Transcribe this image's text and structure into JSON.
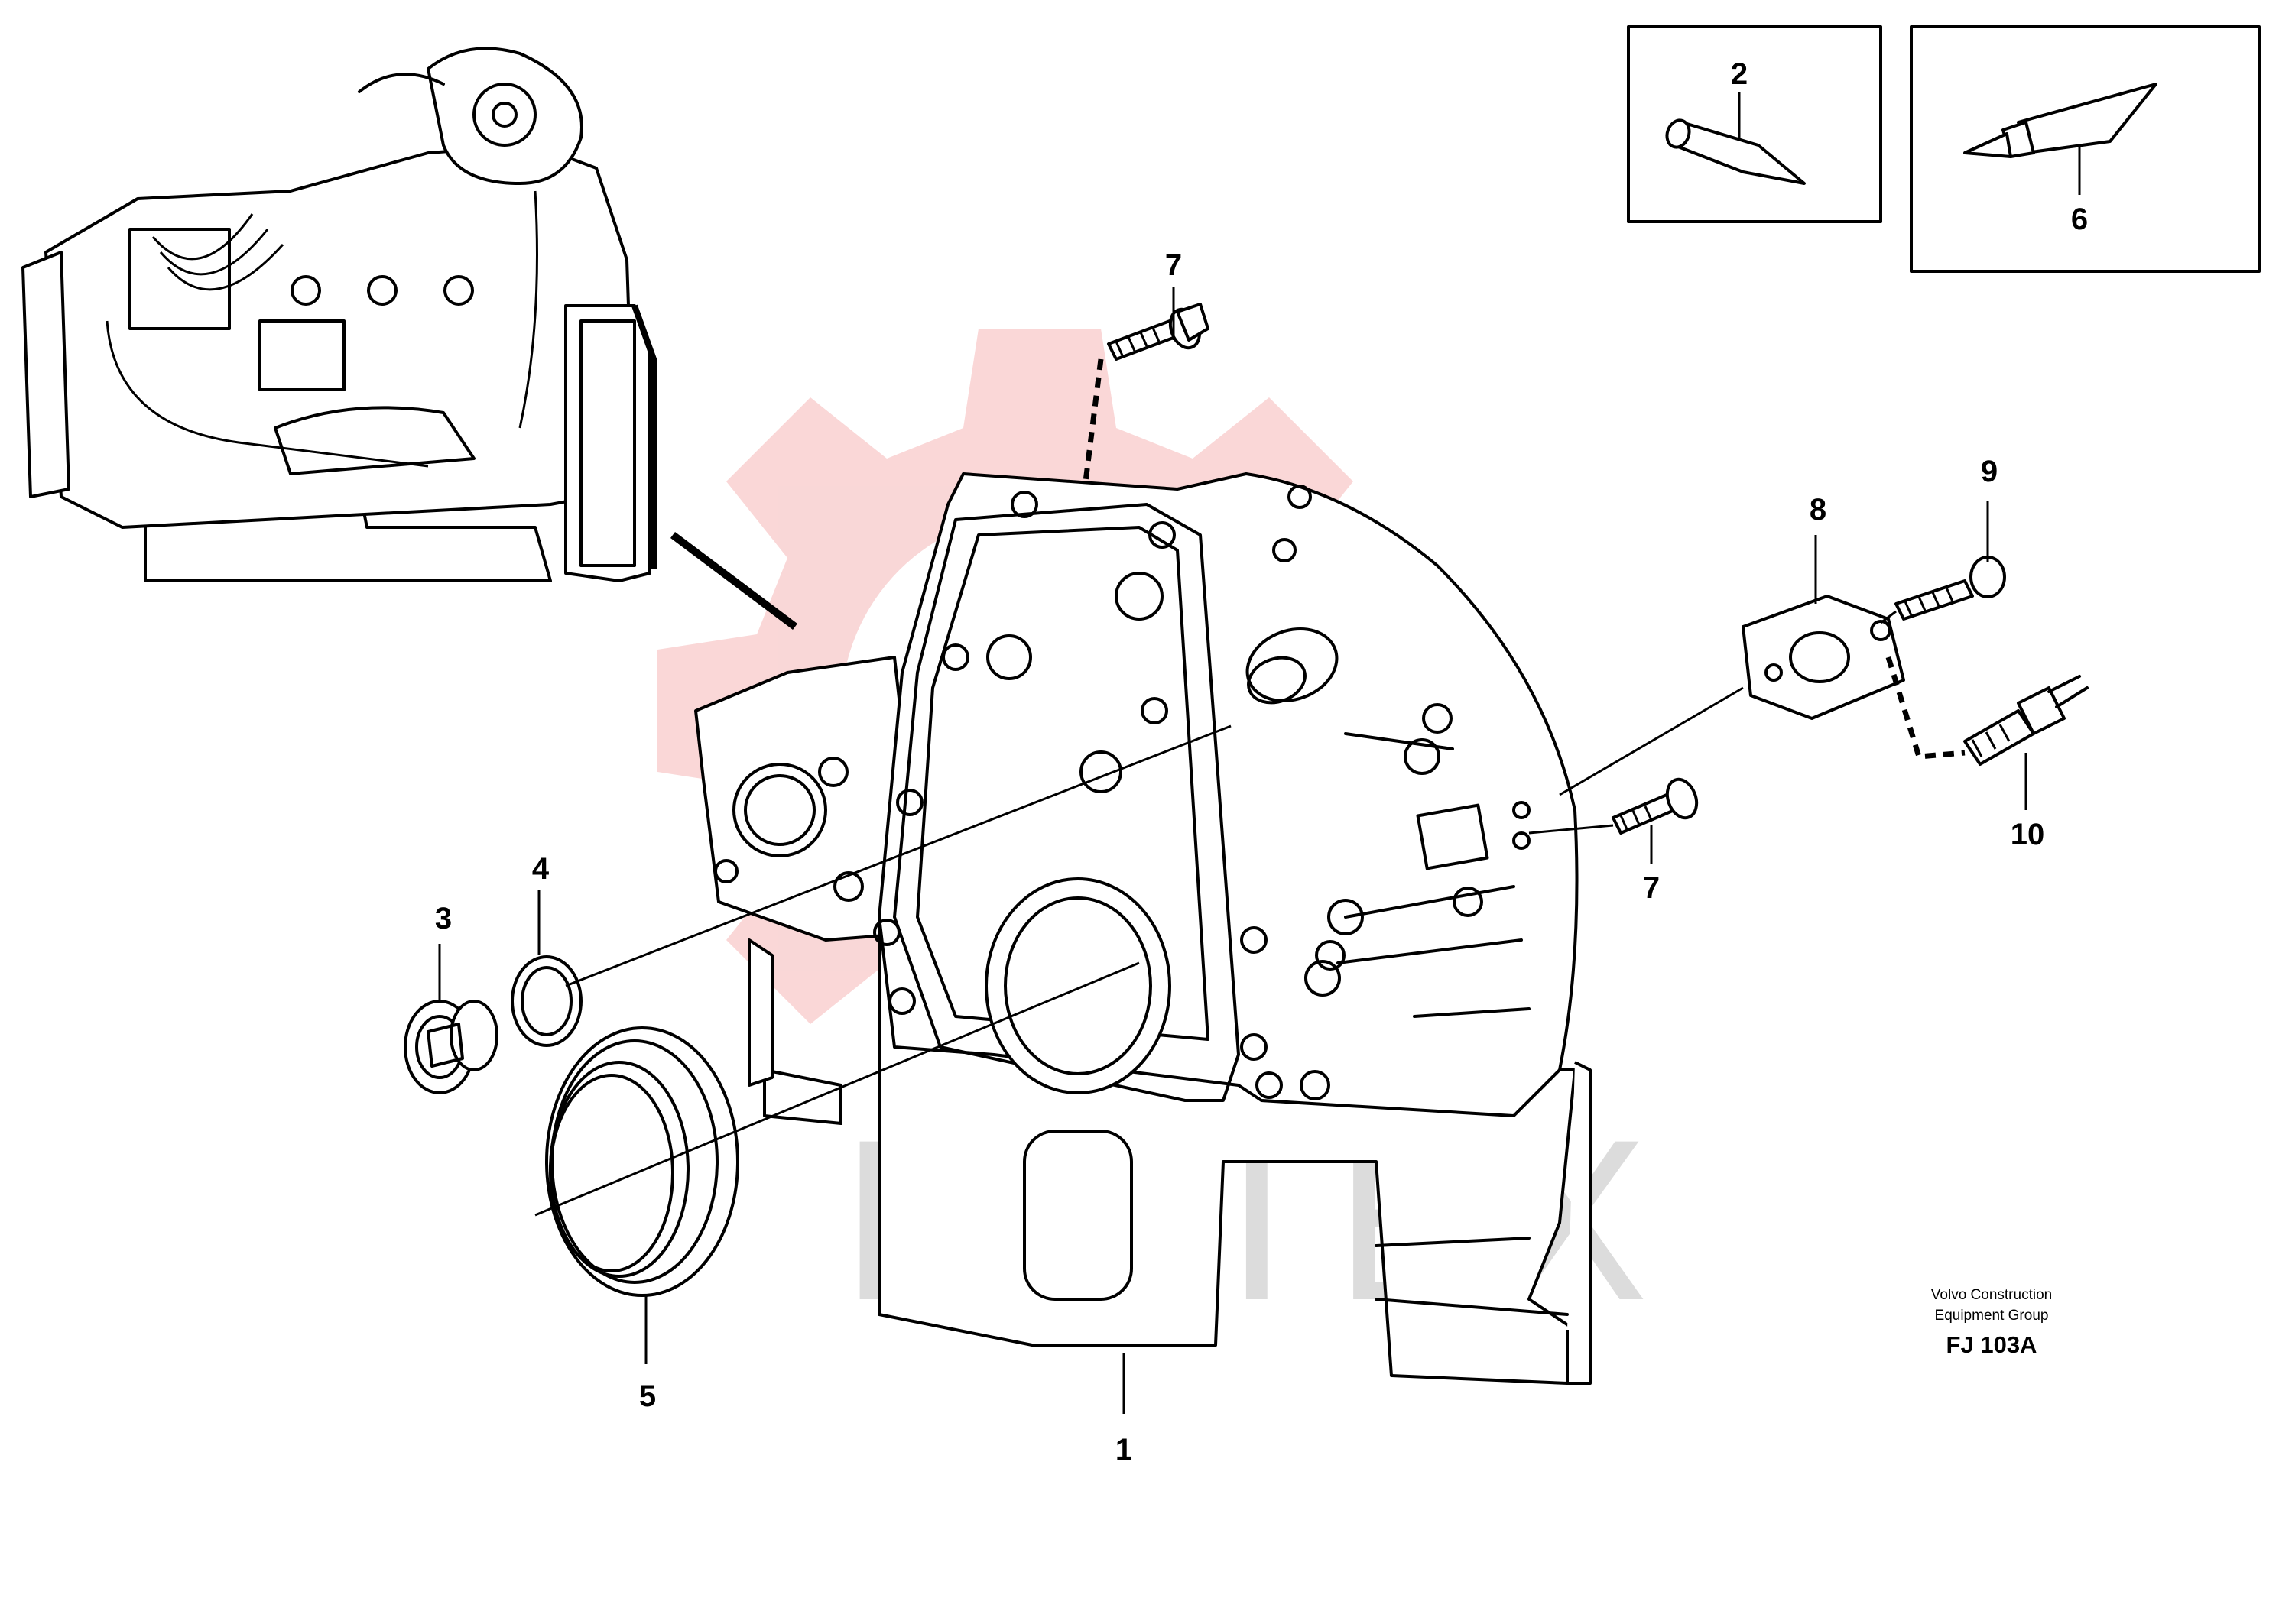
{
  "watermark": {
    "text": "ИНТЕХ",
    "gear_color": "#f5b7b7"
  },
  "callouts": {
    "c1": "1",
    "c2": "2",
    "c3": "3",
    "c4": "4",
    "c5": "5",
    "c6": "6",
    "c7a": "7",
    "c7b": "7",
    "c8": "8",
    "c9": "9",
    "c10": "10"
  },
  "credit": {
    "line1": "Volvo Construction",
    "line2": "Equipment Group",
    "code": "FJ 103A"
  },
  "icons": [
    "engine-overview-icon",
    "pin-icon",
    "sealant-tube-icon",
    "flywheel-housing-icon",
    "sensor-icon",
    "bolt-icon",
    "seal-ring-icon"
  ]
}
